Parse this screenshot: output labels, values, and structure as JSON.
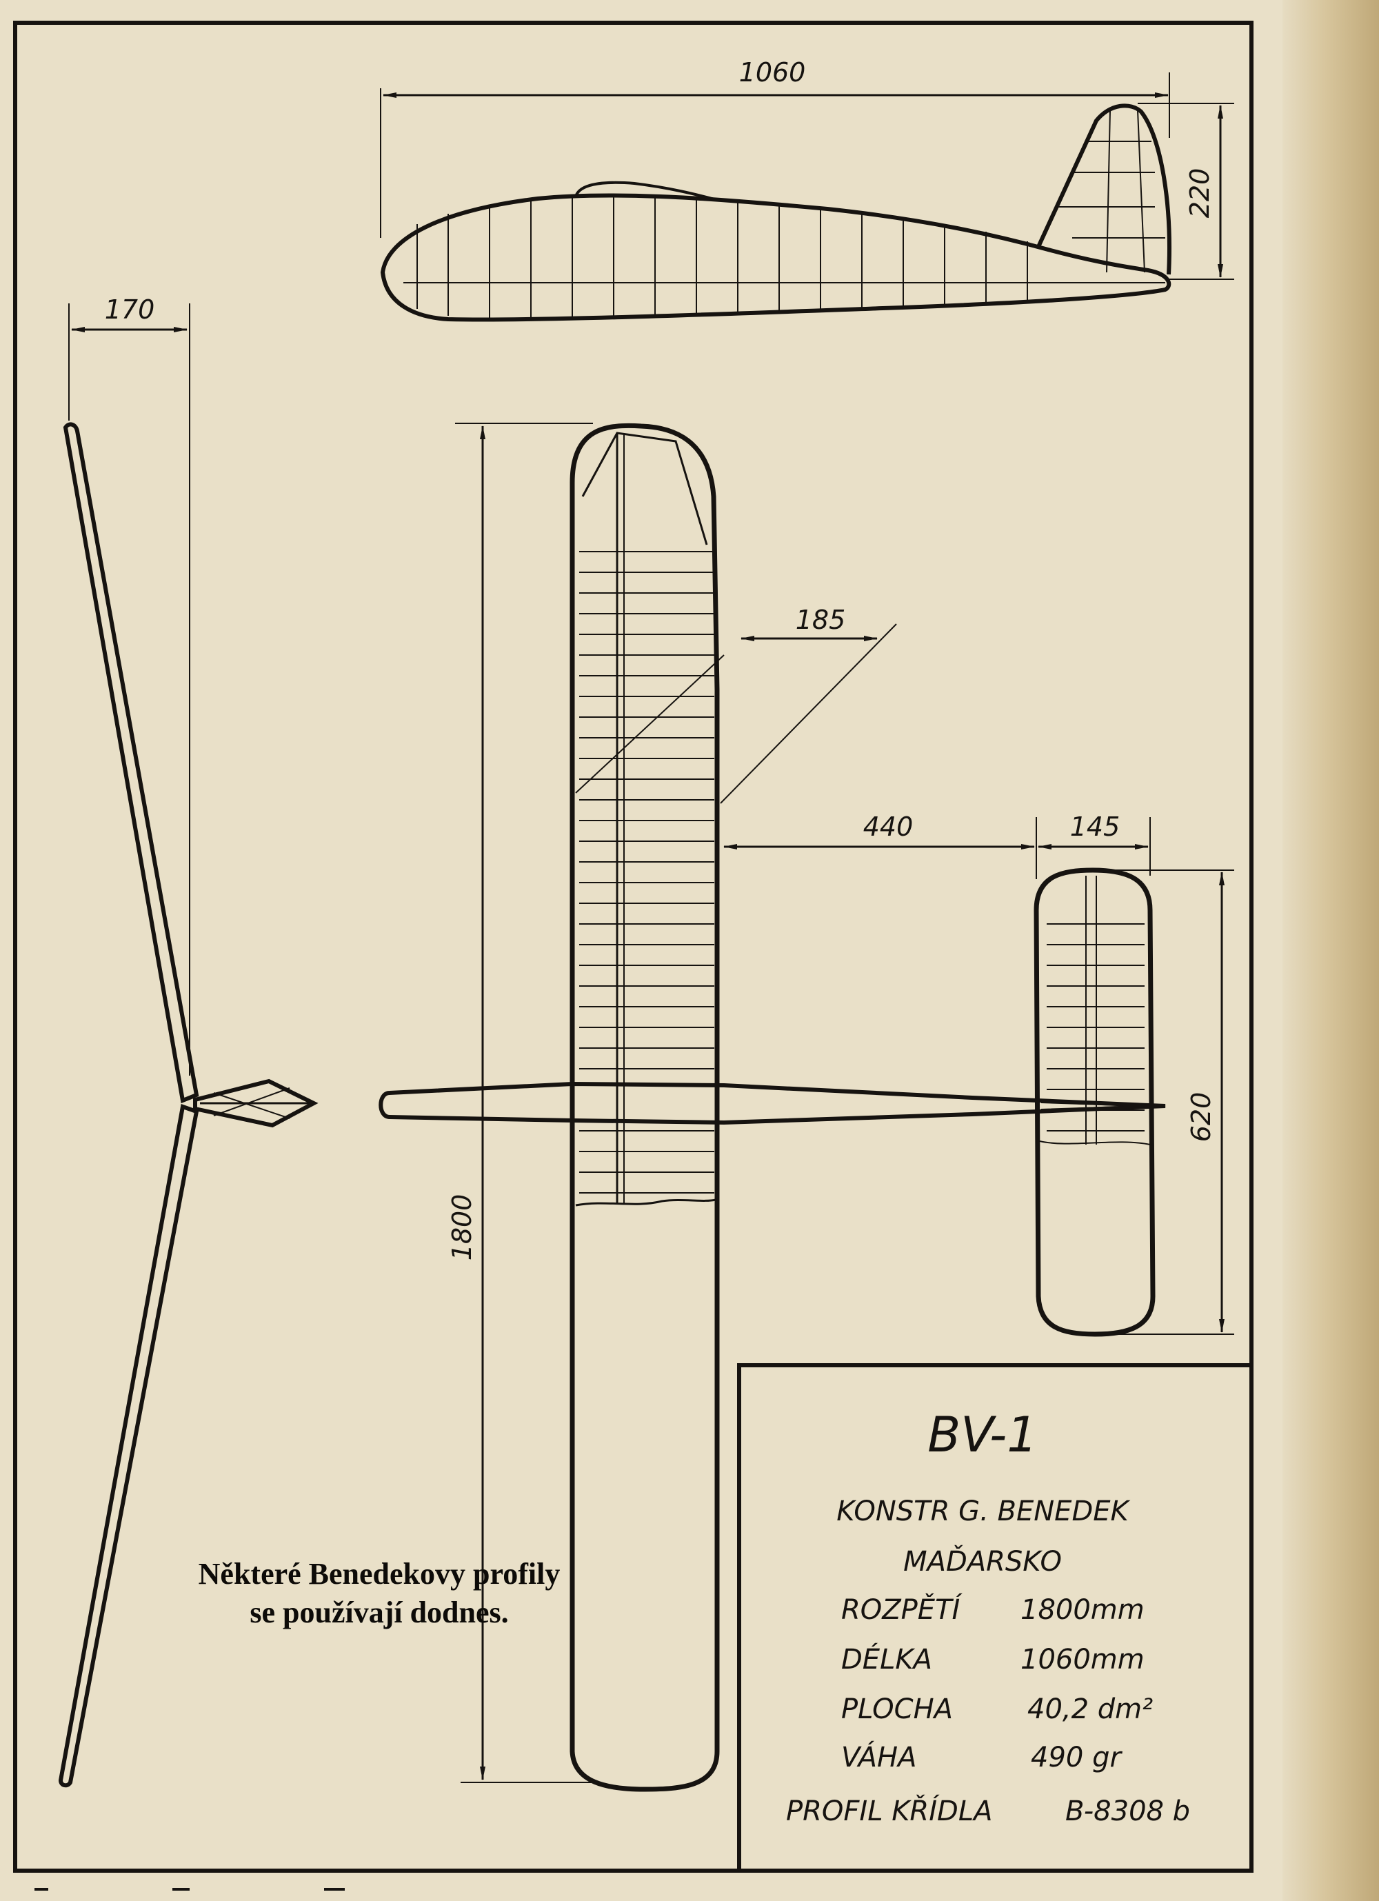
{
  "plan": {
    "dimensions": {
      "fuselage_length": "1060",
      "fin_height": "220",
      "dihedral_rise": "170",
      "wing_span": "1800",
      "wing_chord": "185",
      "tail_distance": "440",
      "stab_chord": "145",
      "stab_span": "620"
    },
    "title_block": {
      "model": "BV-1",
      "designer": "KONSTR  G. BENEDEK",
      "country": "MAĎARSKO",
      "rows": [
        {
          "label": "ROZPĚTÍ",
          "value": "1800mm"
        },
        {
          "label": "DÉLKA",
          "value": "1060mm"
        },
        {
          "label": "PLOCHA",
          "value": "40,2 dm²"
        },
        {
          "label": "VÁHA",
          "value": "490 gr"
        },
        {
          "label": "PROFIL KŘÍDLA",
          "value": "B-8308 b"
        }
      ]
    }
  },
  "caption": {
    "line1": "Některé Benedekovy profily",
    "line2": "se používají dodnes."
  },
  "colors": {
    "paper": "#e9e0c8",
    "ink": "#161310"
  }
}
